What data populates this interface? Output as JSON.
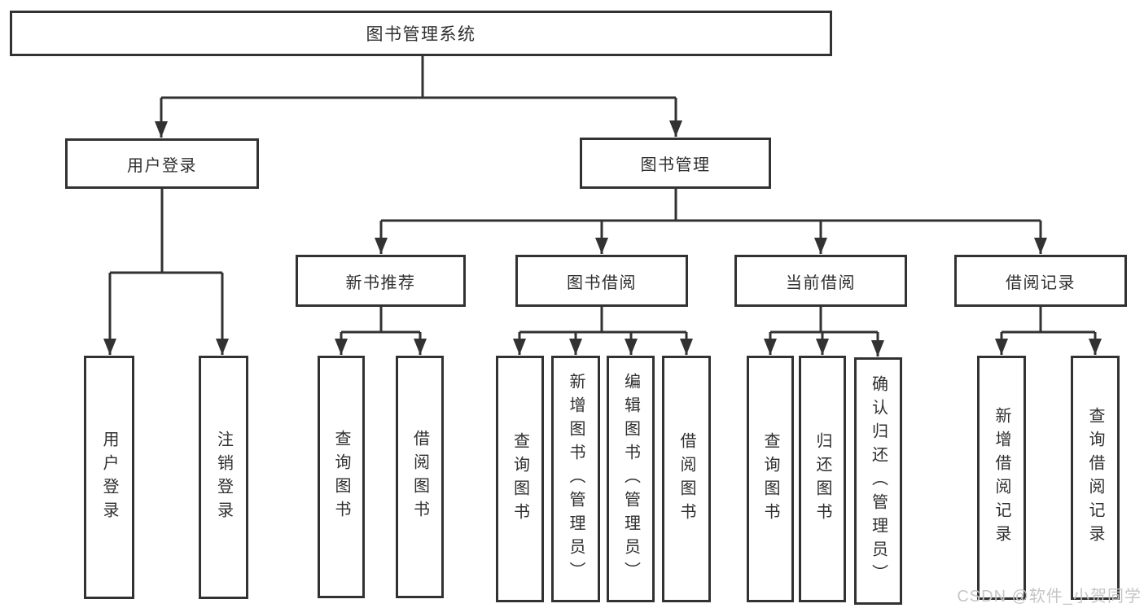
{
  "diagram": {
    "title": "图书管理系统",
    "tree": {
      "label": "图书管理系统",
      "children": [
        {
          "label": "用户登录",
          "children": [
            {
              "label": "用户登录"
            },
            {
              "label": "注销登录"
            }
          ]
        },
        {
          "label": "图书管理",
          "children": [
            {
              "label": "新书推荐",
              "children": [
                {
                  "label": "查询图书"
                },
                {
                  "label": "借阅图书"
                }
              ]
            },
            {
              "label": "图书借阅",
              "children": [
                {
                  "label": "查询图书"
                },
                {
                  "label": "新增图书（管理员）"
                },
                {
                  "label": "编辑图书（管理员）"
                },
                {
                  "label": "借阅图书"
                }
              ]
            },
            {
              "label": "当前借阅",
              "children": [
                {
                  "label": "查询图书"
                },
                {
                  "label": "归还图书"
                },
                {
                  "label": "确认归还（管理员）"
                }
              ]
            },
            {
              "label": "借阅记录",
              "children": [
                {
                  "label": "新增借阅记录"
                },
                {
                  "label": "查询借阅记录"
                }
              ]
            }
          ]
        }
      ]
    }
  },
  "watermark": {
    "text": "CSDN @软件_小贺同学"
  },
  "colors": {
    "line": "#323232",
    "box_border": "#323232",
    "text": "#2f2f2f",
    "background": "#ffffff",
    "watermark": "#c6c6c6"
  }
}
